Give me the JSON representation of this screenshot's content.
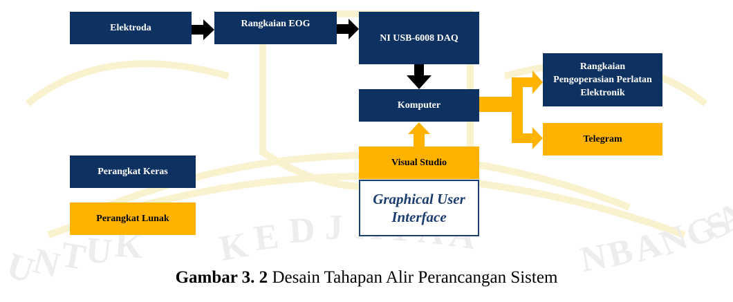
{
  "diagram": {
    "blocks": {
      "elektroda": "Elektroda",
      "rangkaian_eog": "Rangkaian EOG",
      "daq": "NI USB-6008 DAQ",
      "komputer": "Komputer",
      "rangkaian_pengoperasian": [
        "Rangkaian",
        "Pengoperasian Perlatan",
        "Elektronik"
      ],
      "telegram": "Telegram",
      "visual_studio": "Visual Studio",
      "gui": [
        "Graphical User",
        "Interface"
      ]
    },
    "legend": {
      "hardware": "Perangkat Keras",
      "software": "Perangkat Lunak"
    },
    "colors": {
      "hardware": "#0d3160",
      "software": "#ffb300",
      "gui_border": "#1c3d70",
      "arrow_black": "#000000",
      "arrow_orange": "#ffb300"
    }
  },
  "caption": {
    "label": "Gambar 3. 2",
    "text": " Desain Tahapan Alir Perancangan Sistem"
  },
  "watermark": {
    "text": [
      "U",
      "N",
      "T",
      "U",
      "K",
      "K",
      "E",
      "D",
      "J",
      "A",
      "Y",
      "A",
      "A",
      "N",
      "B",
      "A",
      "N",
      "G",
      "S",
      "A"
    ]
  }
}
